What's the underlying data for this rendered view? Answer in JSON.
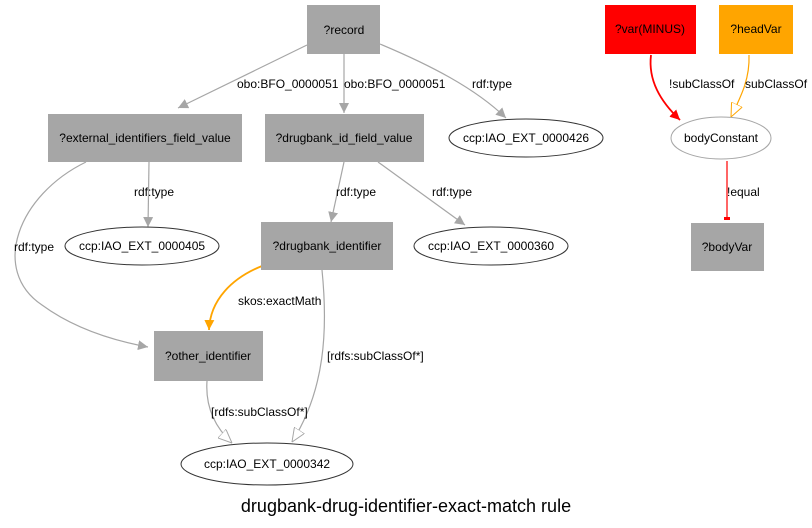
{
  "title": "drugbank-drug-identifier-exact-match rule",
  "colors": {
    "gray_node": "#a6a6a6",
    "gray_edge": "#a6a6a6",
    "red": "#ff0000",
    "orange": "#ffa500",
    "ellipse_stroke": "#333333"
  },
  "nodes": {
    "record": "?record",
    "external_identifiers_field_value": "?external_identifiers_field_value",
    "drugbank_id_field_value": "?drugbank_id_field_value",
    "ccp_0000426": "ccp:IAO_EXT_0000426",
    "ccp_0000405": "ccp:IAO_EXT_0000405",
    "drugbank_identifier": "?drugbank_identifier",
    "ccp_0000360": "ccp:IAO_EXT_0000360",
    "other_identifier": "?other_identifier",
    "ccp_0000342": "ccp:IAO_EXT_0000342",
    "var_minus": "?var(MINUS)",
    "headVar": "?headVar",
    "bodyConstant": "bodyConstant",
    "bodyVar": "?bodyVar"
  },
  "edges": {
    "record_to_extfv": "obo:BFO_0000051",
    "record_to_dbfv": "obo:BFO_0000051",
    "record_type": "rdf:type",
    "extfv_type": "rdf:type",
    "extfv_to_other": "rdf:type",
    "dbfv_type_identifier": "rdf:type",
    "dbfv_type_360": "rdf:type",
    "exact_math": "skos:exactMath",
    "dbid_subclass": "[rdfs:subClassOf*]",
    "other_subclass": "[rdfs:subClassOf*]",
    "var_minus_notsubclass": "!subClassOf",
    "headvar_subclass": "subClassOf",
    "not_equal": "!equal"
  }
}
